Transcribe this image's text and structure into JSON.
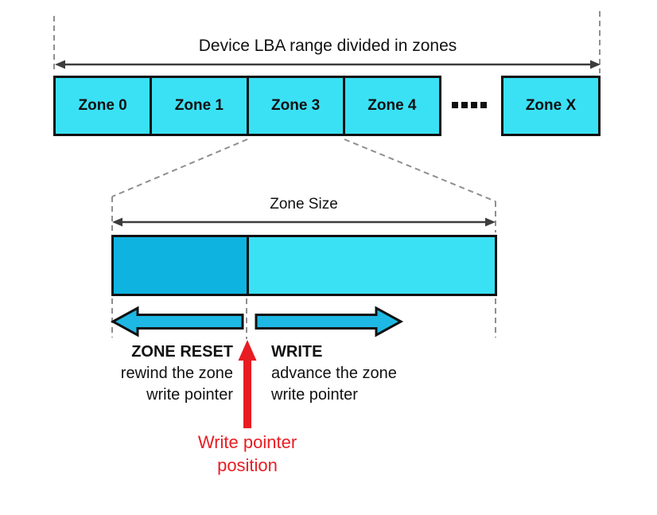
{
  "colors": {
    "zone_light": "#3ae1f5",
    "zone_dark": "#0fb3e0",
    "arrow_cyan": "#1eb8e4",
    "pointer_red": "#e81d23",
    "dash_gray": "#8f8f8f",
    "measure_dark": "#3d3d3d",
    "ink": "#111111"
  },
  "top": {
    "title": "Device LBA range divided in zones",
    "zones": [
      "Zone 0",
      "Zone 1",
      "Zone 3",
      "Zone 4"
    ],
    "ellipsis_dot_count": 4,
    "zone_x": "Zone X"
  },
  "zoom_view": {
    "size_label": "Zone Size"
  },
  "actions": {
    "reset": {
      "title": "ZONE RESET",
      "line1": "rewind the zone",
      "line2": "write pointer"
    },
    "write": {
      "title": "WRITE",
      "line1": "advance the zone",
      "line2": "write pointer"
    }
  },
  "pointer": {
    "line1": "Write pointer",
    "line2": "position"
  }
}
